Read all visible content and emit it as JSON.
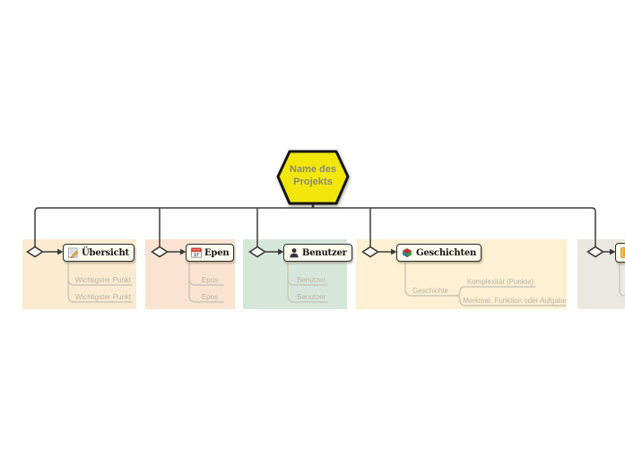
{
  "root_topic": {
    "label": "Name des Projekts",
    "fill_color": "#f2e60b",
    "text_color": "#8b8977",
    "border_color": "#161616"
  },
  "theme": {
    "trunk_line_color": "#3a3a38",
    "subtopic_line_color": "#cac6b7",
    "subtopic_text_color": "#b8b4a5",
    "topic_box_background": "#fffcf0",
    "topic_box_border": "#2d2d2a"
  },
  "branches": [
    {
      "label": "Übersicht",
      "icon": "memo-pencil-icon",
      "panel_color": "#fcebd1",
      "subtopics": [
        "Wichtigster Punkt",
        "Wichtigster Punkt"
      ]
    },
    {
      "label": "Epen",
      "icon": "calendar-icon",
      "icon_label": "17",
      "panel_color": "#fae3d0",
      "subtopics": [
        "Epos",
        "Epos"
      ]
    },
    {
      "label": "Benutzer",
      "icon": "user-icon",
      "panel_color": "#d7e6db",
      "subtopics": [
        "Benutzer",
        "Benutzer"
      ]
    },
    {
      "label": "Geschichten",
      "icon": "books-icon",
      "panel_color": "#fdf0d3",
      "subtopics": [
        {
          "label": "Geschichte",
          "children": [
            "Komplexität (Punkte)",
            "Merkmal, Funktion oder Aufgabe"
          ]
        }
      ]
    },
    {
      "icon": "clipped-topic-icon",
      "panel_color": "#eae8e0",
      "subtopics": []
    }
  ]
}
